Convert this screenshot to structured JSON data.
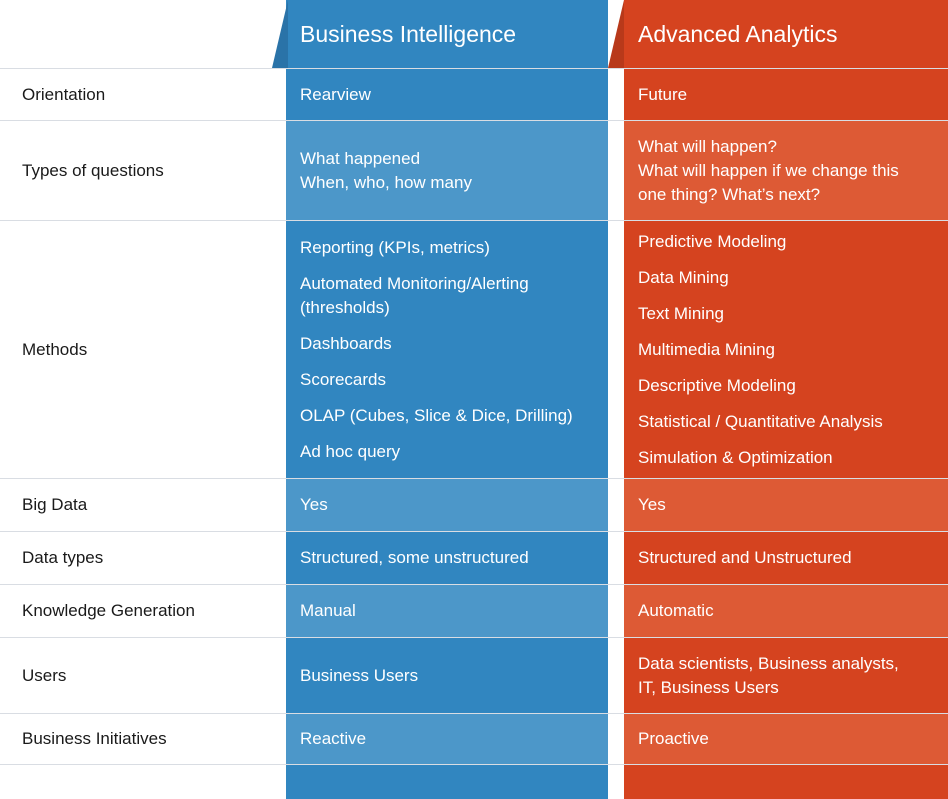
{
  "columns": {
    "bi": "Business Intelligence",
    "aa": "Advanced Analytics"
  },
  "rows": [
    {
      "label": "Orientation",
      "bi": [
        "Rearview"
      ],
      "aa": [
        "Future"
      ]
    },
    {
      "label": "Types of questions",
      "bi": [
        "What happened",
        "When, who, how many"
      ],
      "aa": [
        "What  will happen?",
        "What will happen if we change this",
        "one thing? What’s next?"
      ]
    },
    {
      "label": "Methods",
      "bi": [
        "Reporting (KPIs, metrics)",
        "Automated Monitoring/Alerting",
        "(thresholds)",
        "Dashboards",
        "Scorecards",
        "OLAP (Cubes, Slice & Dice, Drilling)",
        "Ad hoc query"
      ],
      "aa": [
        "Predictive Modeling",
        "Data Mining",
        "Text Mining",
        "Multimedia Mining",
        "Descriptive Modeling",
        "Statistical / Quantitative Analysis",
        "Simulation & Optimization"
      ]
    },
    {
      "label": "Big Data",
      "bi": [
        "Yes"
      ],
      "aa": [
        "Yes"
      ]
    },
    {
      "label": "Data types",
      "bi": [
        "Structured, some unstructured"
      ],
      "aa": [
        "Structured and Unstructured"
      ]
    },
    {
      "label": "Knowledge Generation",
      "bi": [
        "Manual"
      ],
      "aa": [
        "Automatic"
      ]
    },
    {
      "label": "Users",
      "bi": [
        "Business Users"
      ],
      "aa": [
        "Data scientists, Business analysts,",
        "IT, Business Users"
      ]
    },
    {
      "label": "Business Initiatives",
      "bi": [
        "Reactive"
      ],
      "aa": [
        "Proactive"
      ]
    }
  ],
  "colors": {
    "bi": "#3186c0",
    "bi_alt": "#4c97c9",
    "aa": "#d5431f",
    "aa_alt": "#dd5a35"
  }
}
